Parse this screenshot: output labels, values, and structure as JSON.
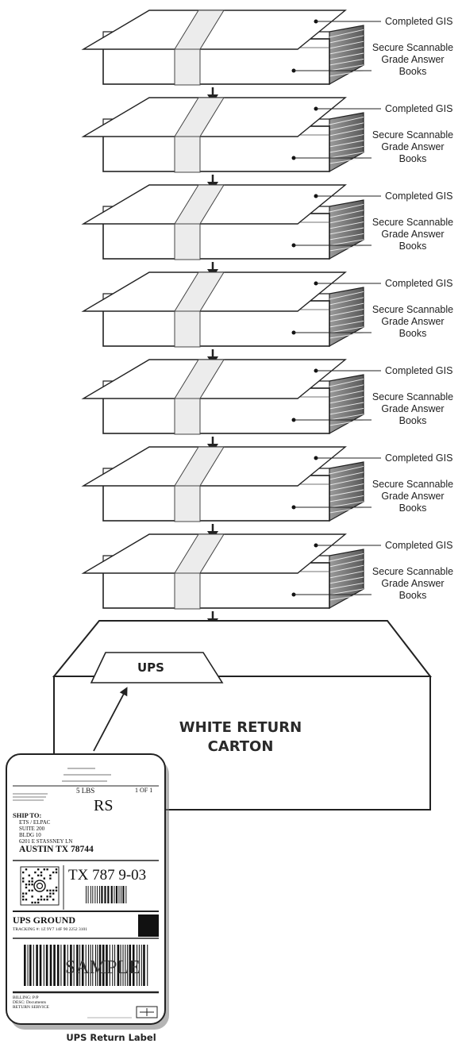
{
  "stack_count": 7,
  "callouts": {
    "completed_gis": "Completed GIS",
    "books_line1": "Secure Scannable",
    "books_line2": "Grade Answer",
    "books_line3": "Books"
  },
  "carton": {
    "tag": "UPS",
    "title_line1": "WHITE RETURN",
    "title_line2": "CARTON"
  },
  "shipping_label": {
    "weight": "5 LBS",
    "count": "1 OF 1",
    "code": "RS",
    "ship_to_heading": "SHIP TO:",
    "address_line1": "ETS / ELPAC",
    "address_line2": "SUITE 200",
    "address_line3": "BLDG 10",
    "address_line4": "6201 E STASSNEY LN",
    "city_line": "AUSTIN  TX 78744",
    "route_code": "TX 787 9-03",
    "service": "UPS GROUND",
    "tracking": "TRACKING #: 1Z 9Y7 14F 90 2252 3101",
    "sample_stamp": "SAMPLE",
    "billing_line1": "BILLING: P/P",
    "billing_line2": "DESC: Documents",
    "billing_line3": "RETURN SERVICE"
  },
  "caption": "UPS Return Label",
  "colors": {
    "line": "#222222",
    "box_fill": "#ffffff",
    "band_fill": "#e6e6e6",
    "label_bar": "#111111"
  }
}
